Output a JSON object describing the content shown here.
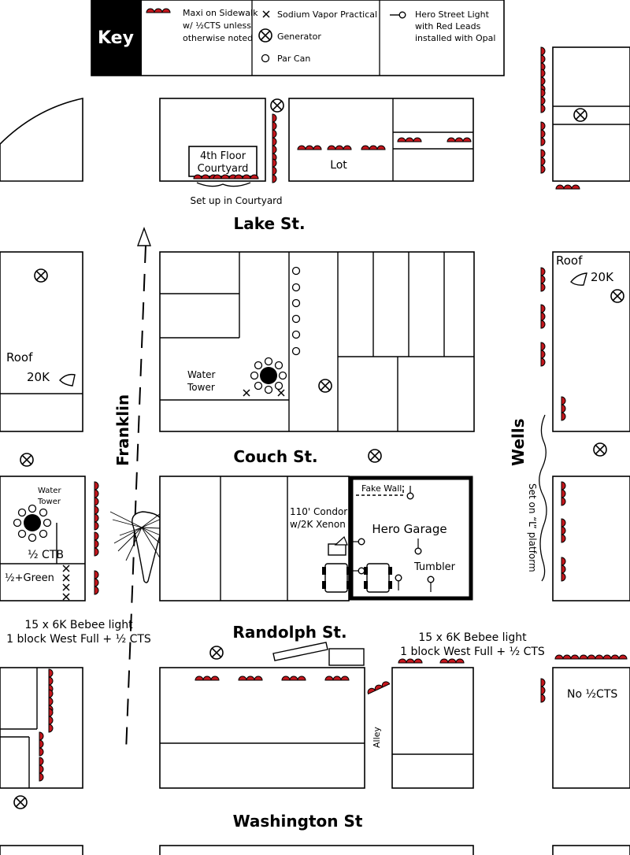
{
  "key": {
    "title": "Key",
    "maxi": [
      "Maxi on Sidewalk",
      "w/ ½CTS unless",
      "otherwise noted"
    ],
    "sodium": "Sodium Vapor Practical",
    "generator": "Generator",
    "parcan": "Par Can",
    "hero_light": [
      "Hero Street Light",
      "with Red Leads",
      "installed with Opal"
    ]
  },
  "streets": {
    "lake": "Lake St.",
    "couch": "Couch St.",
    "randolph": "Randolph St.",
    "washington": "Washington St",
    "franklin": "Franklin",
    "wells": "Wells",
    "alley": "Alley"
  },
  "labels": {
    "courtyard_1": "4th Floor",
    "courtyard_2": "Courtyard",
    "courtyard_setup": "Set up in Courtyard",
    "lot": "Lot",
    "roof_ne": "Roof",
    "k20_ne": "20K",
    "roof_w": "Roof",
    "k20_w": "20K",
    "water_tower_1": "Water",
    "water_tower_2": "Tower",
    "water_tower2_1": "Water",
    "water_tower2_2": "Tower",
    "ctb": "½ CTB",
    "green": "½+Green",
    "condor_1": "110' Condor",
    "condor_2": "w/2K Xenon",
    "fake_wall": "Fake Wall",
    "hero_garage": "Hero Garage",
    "tumbler": "Tumbler",
    "l_platform": "Set on “L” platform",
    "bebee_w_1": "15 x 6K Bebee light",
    "bebee_w_2": "1 block West Full + ½ CTS",
    "bebee_e_1": "15 x 6K Bebee light",
    "bebee_e_2": "1 block West Full + ½ CTS",
    "no_cts": "No ½CTS"
  },
  "colors": {
    "maxi_red": "#c4161c",
    "ink": "#000000",
    "background": "#ffffff"
  },
  "icons": [
    "maxi-light-icon",
    "sodium-vapor-icon",
    "generator-icon",
    "par-can-icon",
    "hero-street-light-icon",
    "light-20k-icon",
    "bebee-light-icon"
  ]
}
